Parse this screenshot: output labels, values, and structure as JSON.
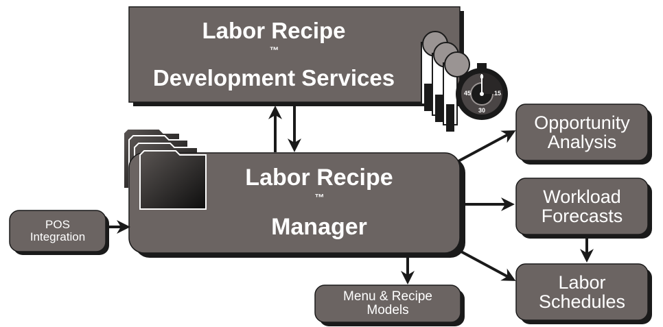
{
  "colors": {
    "box_fill": "#6b6462",
    "box_shadow": "#1a1a1a",
    "text": "#ffffff",
    "arrow": "#1a1a1a"
  },
  "icons": [
    "stopwatch-icon",
    "person-silhouette-icon",
    "document-stack-icon"
  ],
  "nodes": {
    "dev_services": {
      "line1": "Labor Recipe",
      "trademark": "™",
      "line2": "Development Services"
    },
    "manager": {
      "line1": "Labor Recipe",
      "trademark": "™",
      "line2": "Manager"
    },
    "pos": {
      "line1": "POS",
      "line2": "Integration"
    },
    "opportunity": {
      "line1": "Opportunity",
      "line2": "Analysis"
    },
    "workload": {
      "line1": "Workload",
      "line2": "Forecasts"
    },
    "schedules": {
      "line1": "Labor",
      "line2": "Schedules"
    },
    "menu": {
      "line1": "Menu & Recipe",
      "line2": "Models"
    }
  },
  "stopwatch": {
    "top": "0",
    "right": "15",
    "bottom": "30",
    "left": "45"
  }
}
